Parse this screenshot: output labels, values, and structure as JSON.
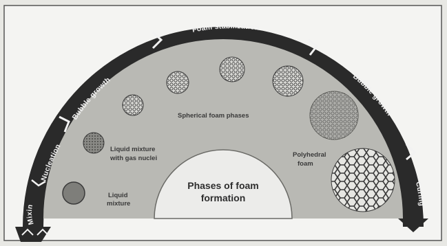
{
  "diagram": {
    "center_title_line1": "Phases of foam",
    "center_title_line2": "formation",
    "arc_labels": {
      "mixing": "Mixing",
      "nucleation": "Nucleation",
      "bubble_growth_left": "Bubble growth",
      "foam_stabilization": "Foam stabilization",
      "bubble_growth_right": "Bubble growth",
      "curing": "Curing"
    },
    "inner_labels": {
      "liquid_mixture_line1": "Liquid",
      "liquid_mixture_line2": "mixture",
      "gas_nuclei_line1": "Liquid mixture",
      "gas_nuclei_line2": "with gas nuclei",
      "spherical": "Spherical foam phases",
      "polyhedral_line1": "Polyhedral",
      "polyhedral_line2": "foam"
    },
    "colors": {
      "band": "#2a2a2a",
      "inner_fill": "#b9b9b4",
      "center_fill": "#ececea",
      "page": "#f4f4f2"
    }
  }
}
